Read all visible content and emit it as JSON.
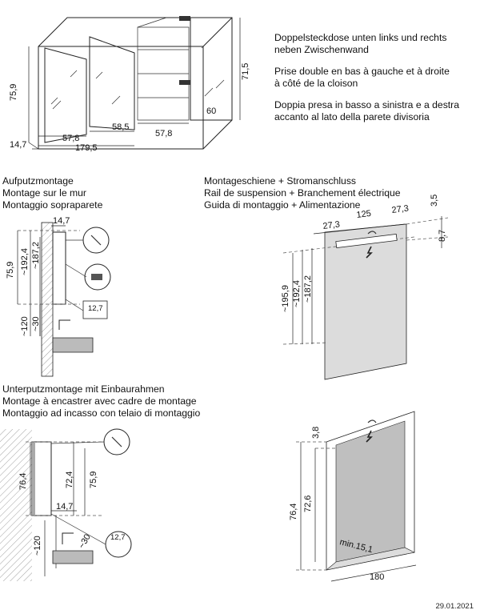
{
  "notes": {
    "de_line1": "Doppelsteckdose unten links und rechts",
    "de_line2": "neben Zwischenwand",
    "fr_line1": "Prise double en bas à gauche et à droite",
    "fr_line2": "à côté de la cloison",
    "it_line1": "Doppia presa in basso a sinistra e a destra",
    "it_line2": "accanto al lato della parete divisoria"
  },
  "sections": {
    "surface": {
      "de": "Aufputzmontage",
      "fr": "Montage sur le mur",
      "it": "Montaggio sopraparete"
    },
    "rail": {
      "de": "Montageschiene + Stromanschluss",
      "fr": "Rail de suspension + Branchement électrique",
      "it": "Guida di montaggio + Alimentazione"
    },
    "flush": {
      "de": "Unterputzmontage mit Einbaurahmen",
      "fr": "Montage à encastrer avec cadre de montage",
      "it": "Montaggio ad incasso con telaio di montaggio"
    }
  },
  "dims": {
    "top": {
      "h": "75,9",
      "d": "14,7",
      "w1": "57,8",
      "wtot": "179,5",
      "w2": "58,5",
      "w3": "57,8",
      "depth": "60",
      "h2": "71,5"
    },
    "surface": {
      "d": "14,7",
      "h": "75,9",
      "h192": "~192,4",
      "h187": "~187,2",
      "h120": "~120",
      "h30": "~30",
      "detail": "12,7"
    },
    "rail": {
      "l": "27,3",
      "m": "125",
      "r": "27,3",
      "t": "3,5",
      "g": "8,7",
      "h195": "~195,9",
      "h192": "~192,4",
      "h187": "~187,2"
    },
    "flush": {
      "h764": "76,4",
      "h724": "72,4",
      "h759": "75,9",
      "d": "14,7",
      "h120": "~120",
      "h30": "~30",
      "detail": "12,7"
    },
    "box": {
      "t": "3,8",
      "h764": "76,4",
      "h726": "72,6",
      "min": "min.15,1",
      "w": "180"
    }
  },
  "footer": {
    "date": "29.01.2021"
  }
}
